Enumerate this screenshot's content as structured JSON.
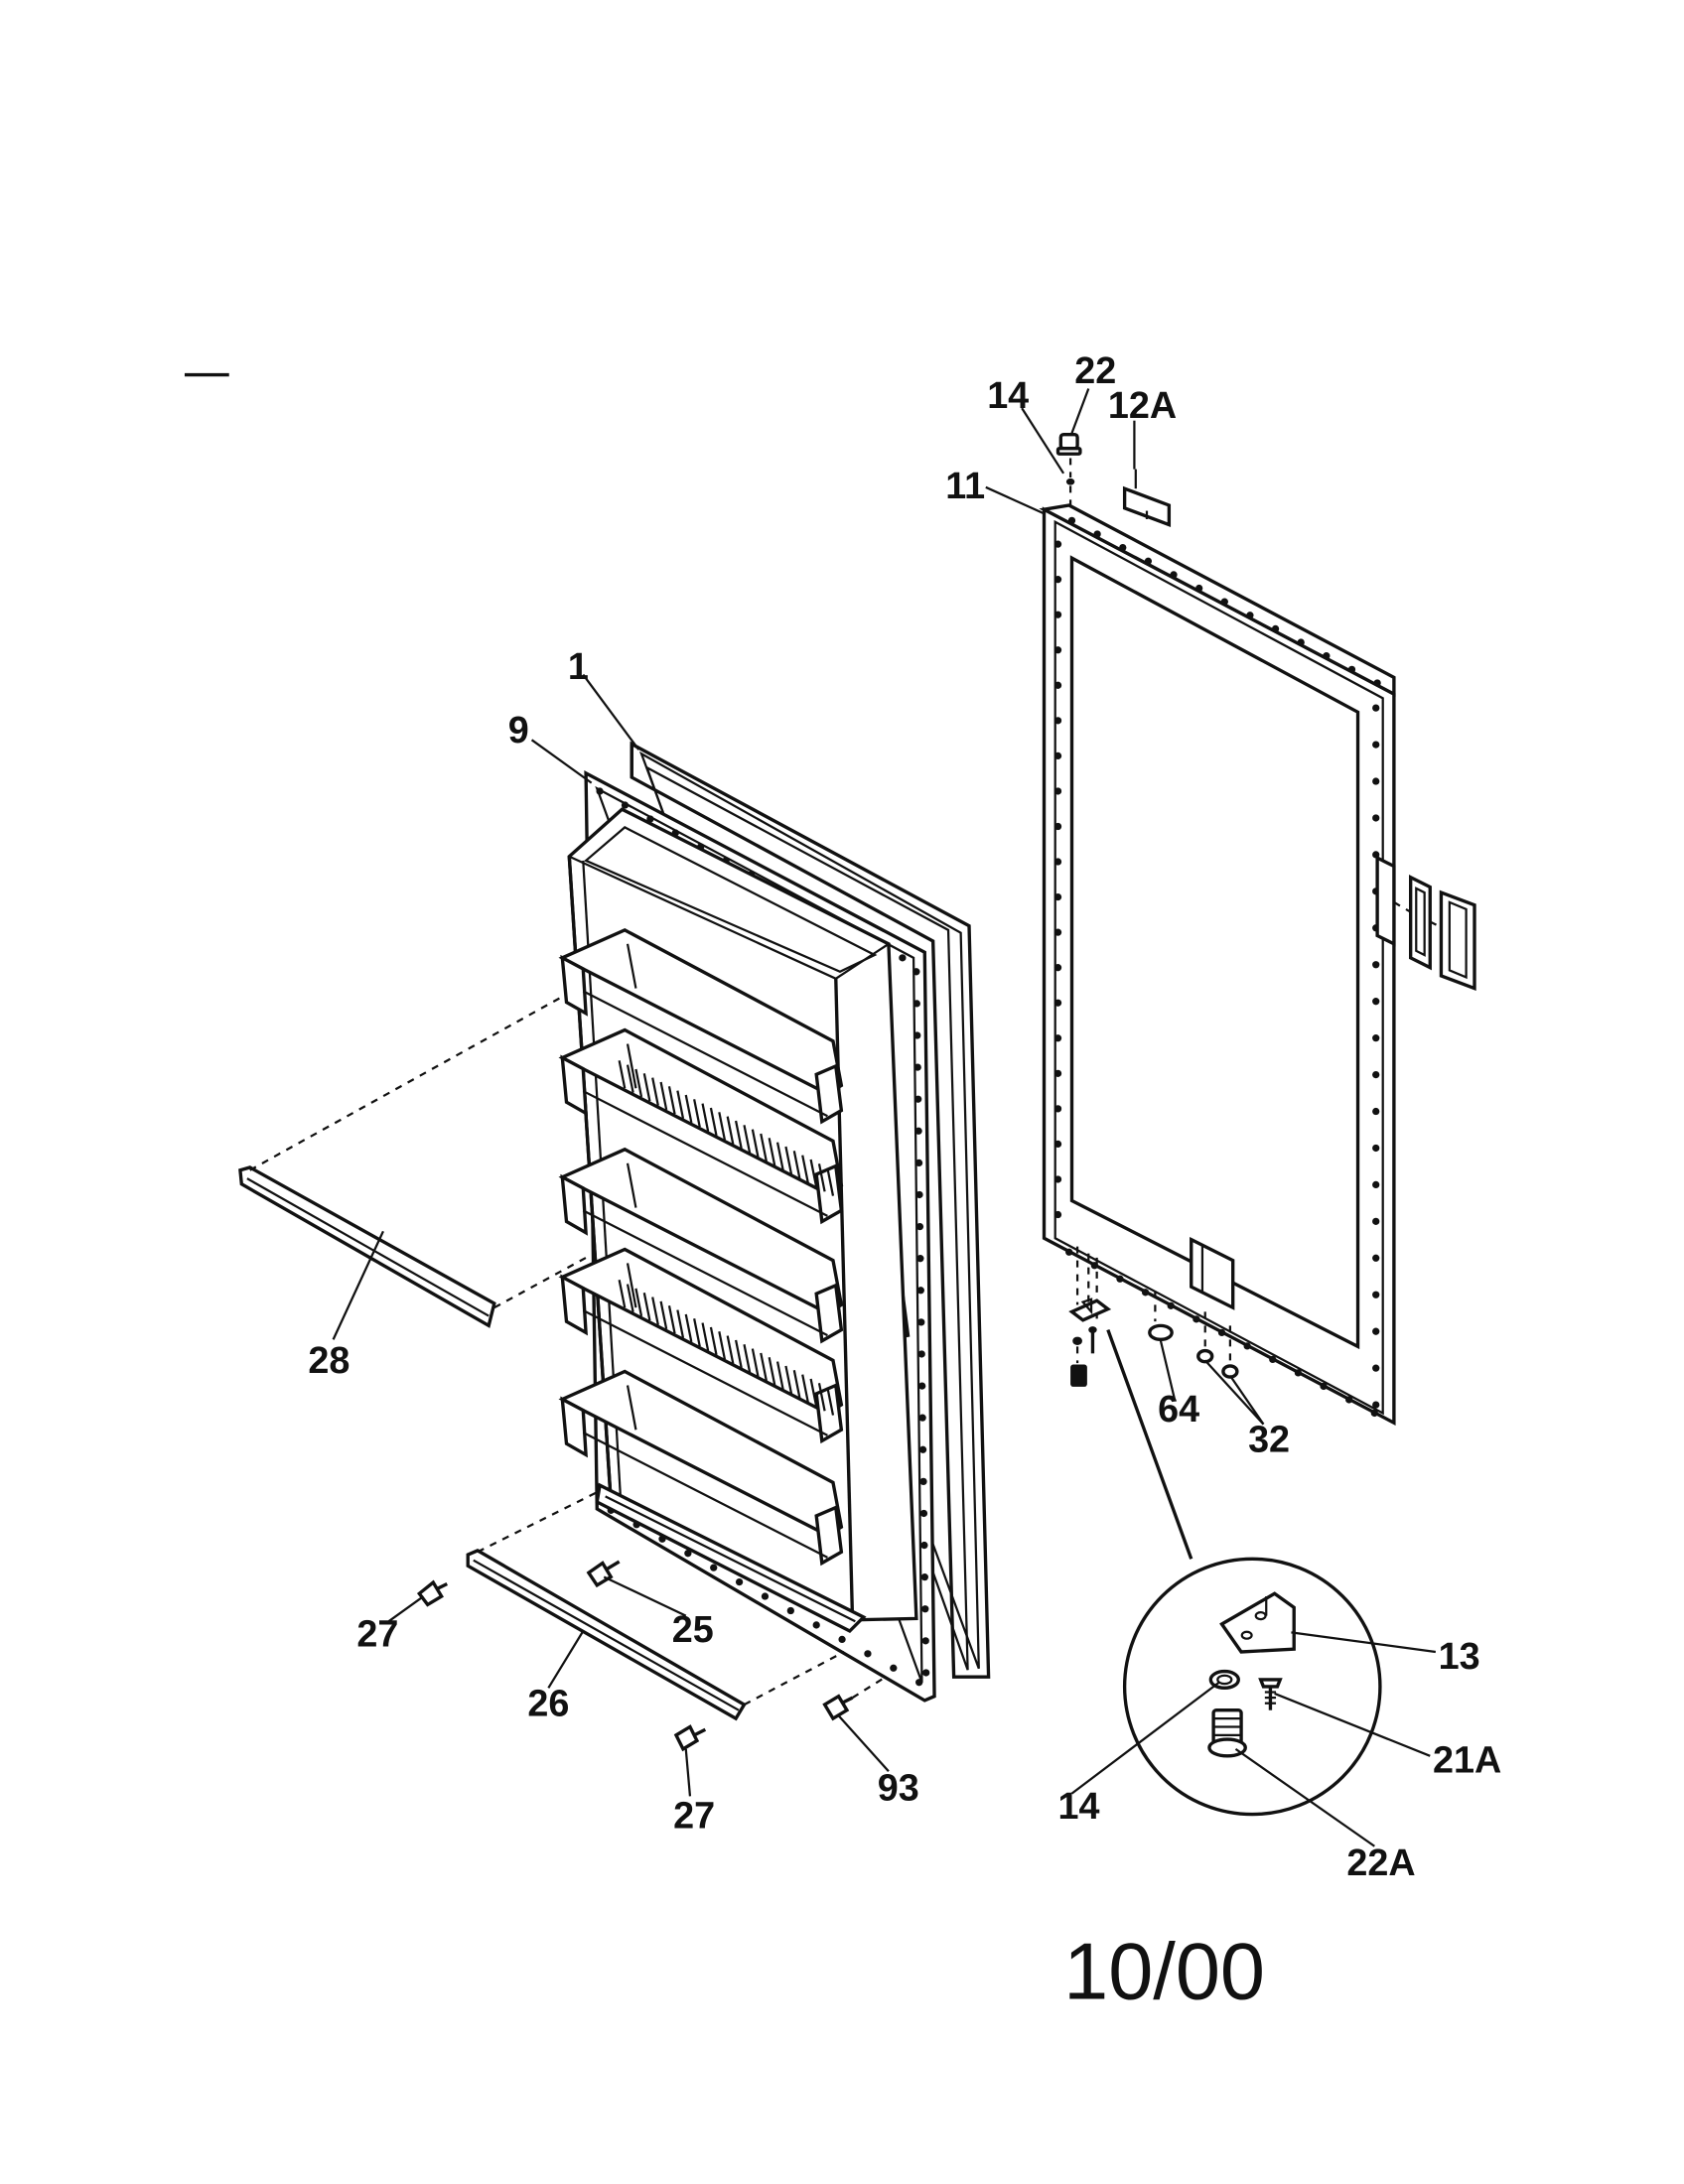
{
  "labels": {
    "l1": "1",
    "l9": "9",
    "l11": "11",
    "l12a": "12A",
    "l13": "13",
    "l14_top": "14",
    "l14_detail": "14",
    "l21a": "21A",
    "l22_top": "22",
    "l22a": "22A",
    "l25": "25",
    "l26": "26",
    "l27_left": "27",
    "l27_bottom": "27",
    "l28": "28",
    "l32": "32",
    "l64": "64",
    "l93": "93"
  },
  "date_code": "10/00"
}
